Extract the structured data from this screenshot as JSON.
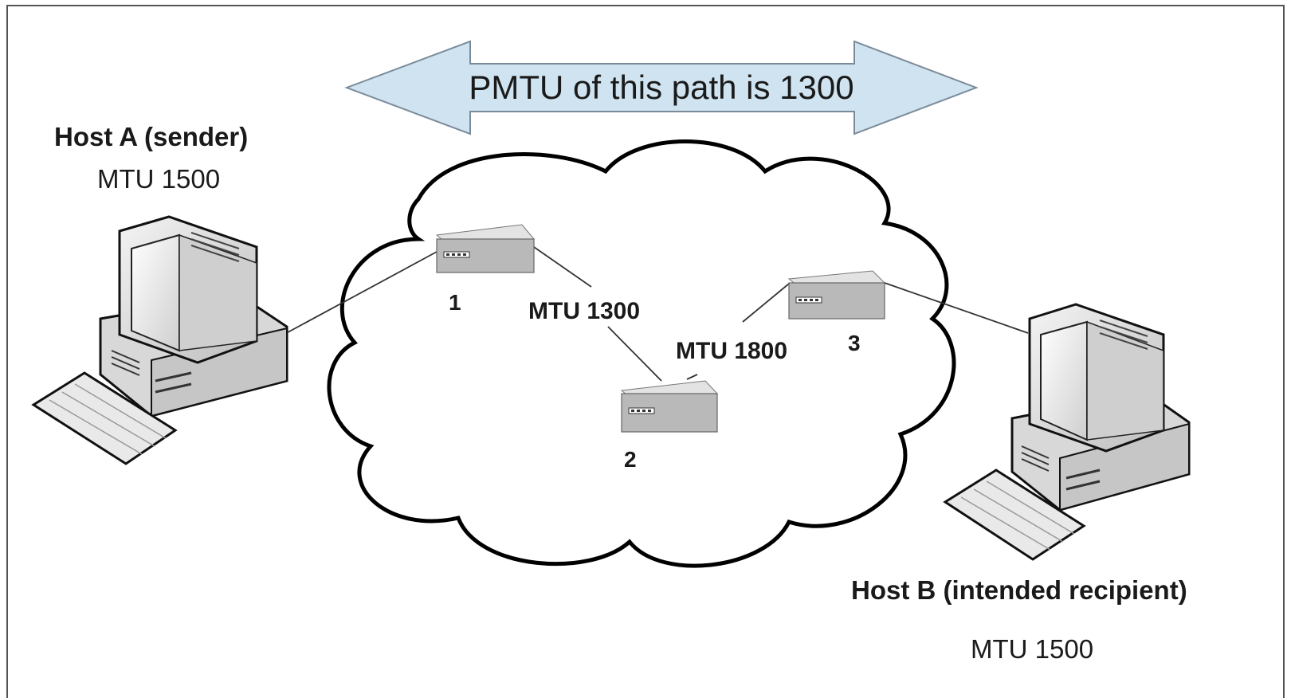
{
  "banner": {
    "text": "PMTU of this path is 1300"
  },
  "host_a": {
    "title": "Host A (sender)",
    "mtu": "MTU 1500"
  },
  "host_b": {
    "title": "Host B (intended recipient)",
    "mtu": "MTU 1500"
  },
  "routers": [
    {
      "label": "1"
    },
    {
      "label": "2"
    },
    {
      "label": "3"
    }
  ],
  "links": {
    "r1_r2": "MTU 1300",
    "r2_r3": "MTU 1800"
  },
  "colors": {
    "arrow_fill": "#cfe4f0",
    "arrow_stroke": "#7b8a99",
    "cloud_stroke": "#000000",
    "device_face": "#b9b9b9",
    "device_top": "#e3e3e3"
  }
}
